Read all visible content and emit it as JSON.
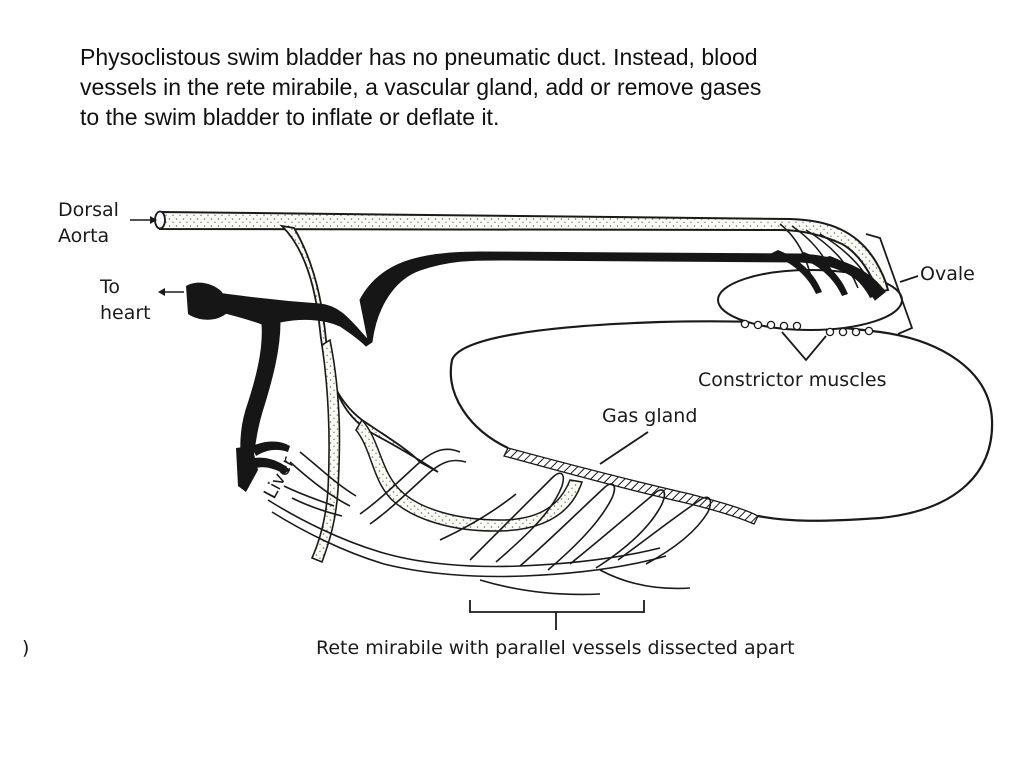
{
  "caption": {
    "lines": [
      "Physoclistous swim bladder has no pneumatic duct.  Instead, blood",
      "vessels in the rete mirabile, a vascular gland, add or remove gases",
      "to the swim bladder to inflate or deflate it."
    ]
  },
  "labels": {
    "dorsal_aorta": [
      "Dorsal",
      "Aorta"
    ],
    "to_heart": [
      "To",
      "heart"
    ],
    "ovale": "Ovale",
    "constrictor_muscles": "Constrictor muscles",
    "gas_gland": "Gas gland",
    "liver": "Liver",
    "rete_mirabile": "Rete mirabile with parallel vessels dissected apart",
    "panel_mark": ")"
  },
  "colors": {
    "ink": "#1a1a1a",
    "vein": "#161616",
    "artery_fill": "#fbfbf6",
    "stipple": "#6f6f6f"
  }
}
